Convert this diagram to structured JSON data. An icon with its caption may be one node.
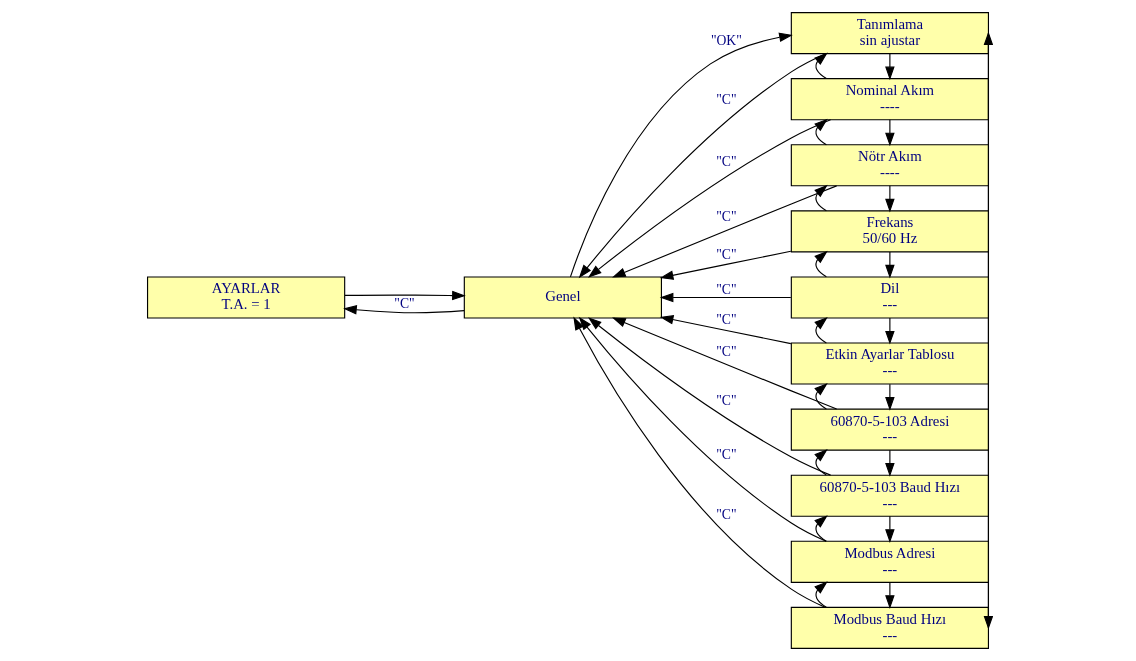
{
  "diagram": {
    "nodes": [
      {
        "text": [
          "AYARLAR",
          "T.A. = 1"
        ]
      },
      {
        "text": [
          "Genel"
        ]
      },
      {
        "text": [
          "Tanımlama",
          "sin ajustar"
        ]
      },
      {
        "text": [
          "Nominal Akım",
          "----"
        ]
      },
      {
        "text": [
          "Nötr Akım",
          "----"
        ]
      },
      {
        "text": [
          "Frekans",
          "50/60 Hz"
        ]
      },
      {
        "text": [
          "Dil",
          "---"
        ]
      },
      {
        "text": [
          "Etkin Ayarlar Tablosu",
          "---"
        ]
      },
      {
        "text": [
          "60870-5-103 Adresi",
          "---"
        ]
      },
      {
        "text": [
          "60870-5-103 Baud Hızı",
          "---"
        ]
      },
      {
        "text": [
          "Modbus Adresi",
          "---"
        ]
      },
      {
        "text": [
          "Modbus Baud Hızı",
          "---"
        ]
      }
    ],
    "edges": [
      {
        "from": 0,
        "to": 1,
        "arrow": "to"
      },
      {
        "from": 1,
        "to": 0,
        "arrow": "to",
        "label": "\"C\""
      },
      {
        "from": 1,
        "to": 2,
        "arrow": "to",
        "label": "\"OK\""
      },
      {
        "from": 2,
        "to": 1,
        "arrow": "to",
        "label": "\"C\""
      },
      {
        "from": 3,
        "to": 1,
        "arrow": "to",
        "label": "\"C\""
      },
      {
        "from": 4,
        "to": 1,
        "arrow": "to",
        "label": "\"C\""
      },
      {
        "from": 5,
        "to": 1,
        "arrow": "to",
        "label": "\"C\""
      },
      {
        "from": 6,
        "to": 1,
        "arrow": "to",
        "label": "\"C\""
      },
      {
        "from": 7,
        "to": 1,
        "arrow": "to",
        "label": "\"C\""
      },
      {
        "from": 8,
        "to": 1,
        "arrow": "to",
        "label": "\"C\""
      },
      {
        "from": 9,
        "to": 1,
        "arrow": "to",
        "label": "\"C\""
      },
      {
        "from": 10,
        "to": 1,
        "arrow": "to",
        "label": "\"C\""
      },
      {
        "from": 11,
        "to": 1,
        "arrow": "to",
        "label": "\"C\""
      },
      {
        "from": 2,
        "to": 3,
        "arrow": "to"
      },
      {
        "from": 3,
        "to": 4,
        "arrow": "to"
      },
      {
        "from": 4,
        "to": 5,
        "arrow": "to"
      },
      {
        "from": 5,
        "to": 6,
        "arrow": "to"
      },
      {
        "from": 6,
        "to": 7,
        "arrow": "to"
      },
      {
        "from": 7,
        "to": 8,
        "arrow": "to"
      },
      {
        "from": 8,
        "to": 9,
        "arrow": "to"
      },
      {
        "from": 9,
        "to": 10,
        "arrow": "to"
      },
      {
        "from": 10,
        "to": 11,
        "arrow": "to"
      },
      {
        "from": 3,
        "to": 2,
        "arrow": "to"
      },
      {
        "from": 4,
        "to": 3,
        "arrow": "to"
      },
      {
        "from": 5,
        "to": 4,
        "arrow": "to"
      },
      {
        "from": 6,
        "to": 5,
        "arrow": "to"
      },
      {
        "from": 7,
        "to": 6,
        "arrow": "to"
      },
      {
        "from": 8,
        "to": 7,
        "arrow": "to"
      },
      {
        "from": 9,
        "to": 8,
        "arrow": "to"
      },
      {
        "from": 10,
        "to": 9,
        "arrow": "to"
      },
      {
        "from": 11,
        "to": 10,
        "arrow": "to"
      },
      {
        "from": 11,
        "to": 2,
        "arrow": "to"
      },
      {
        "from": 2,
        "to": 11,
        "arrow": "to"
      }
    ]
  }
}
